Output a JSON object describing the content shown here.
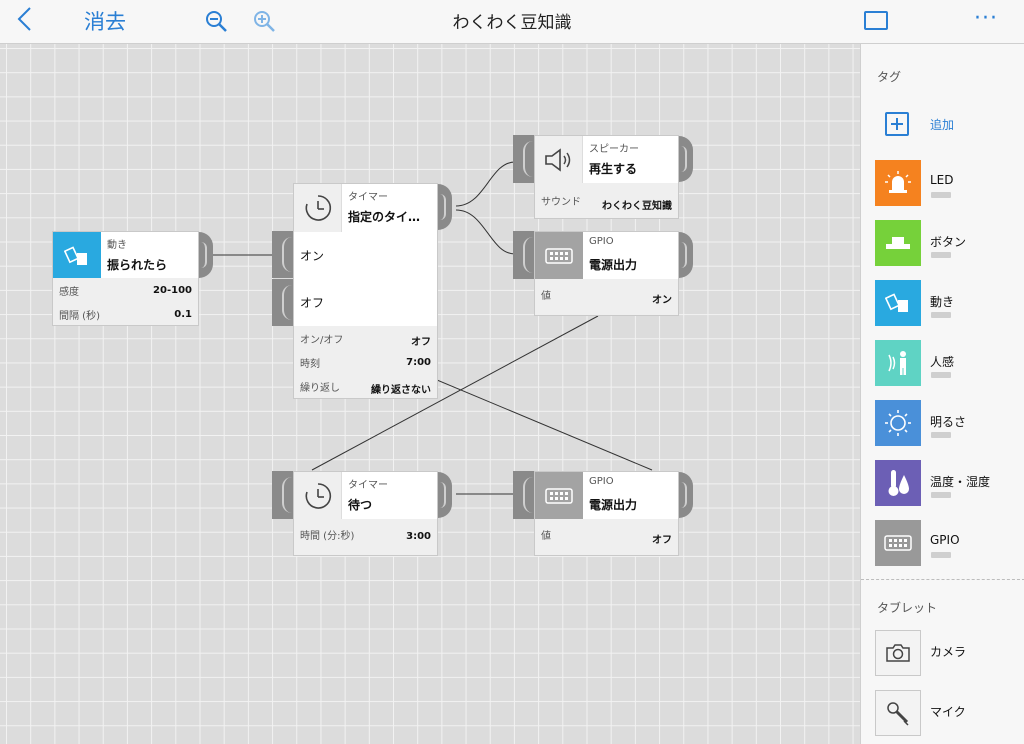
{
  "topbar": {
    "back_glyph": "<",
    "clear_label": "消去",
    "title": "わくわく豆知識",
    "more_glyph": "···"
  },
  "canvas": {
    "blocks": {
      "motion": {
        "category": "動き",
        "name": "振られたら",
        "props": [
          {
            "k": "感度",
            "v": "20-100"
          },
          {
            "k": "間隔 (秒)",
            "v": "0.1"
          }
        ],
        "color": "#29a9e0"
      },
      "timer1": {
        "category": "タイマー",
        "name": "指定のタイ…",
        "port_on": "オン",
        "port_off": "オフ",
        "props": [
          {
            "k": "オン/オフ",
            "v": "オフ"
          },
          {
            "k": "時刻",
            "v": "7:00"
          },
          {
            "k": "繰り返し",
            "v": "繰り返さない"
          }
        ]
      },
      "speaker": {
        "category": "スピーカー",
        "name": "再生する",
        "props": [
          {
            "k": "サウンド",
            "v": "わくわく豆知識"
          }
        ]
      },
      "gpio1": {
        "category": "GPIO",
        "name": "電源出力",
        "props": [
          {
            "k": "値",
            "v": "オン"
          }
        ]
      },
      "timer2": {
        "category": "タイマー",
        "name": "待つ",
        "props": [
          {
            "k": "時間 (分:秒)",
            "v": "3:00"
          }
        ]
      },
      "gpio2": {
        "category": "GPIO",
        "name": "電源出力",
        "props": [
          {
            "k": "値",
            "v": "オフ"
          }
        ]
      }
    }
  },
  "sidebar": {
    "tags_title": "タグ",
    "add_label": "追加",
    "tags": [
      {
        "label": "LED",
        "color": "#f5821f",
        "icon": "led-icon"
      },
      {
        "label": "ボタン",
        "color": "#76d13a",
        "icon": "button-icon"
      },
      {
        "label": "動き",
        "color": "#29a9e0",
        "icon": "motion-icon"
      },
      {
        "label": "人感",
        "color": "#5fd3c4",
        "icon": "human-sensor-icon"
      },
      {
        "label": "明るさ",
        "color": "#4a90d9",
        "icon": "brightness-icon"
      },
      {
        "label": "温度・湿度",
        "color": "#6c5fb5",
        "icon": "temperature-humidity-icon"
      },
      {
        "label": "GPIO",
        "color": "#999999",
        "icon": "gpio-icon"
      }
    ],
    "tablet_title": "タブレット",
    "tablet": [
      {
        "label": "カメラ",
        "icon": "camera-icon"
      },
      {
        "label": "マイク",
        "icon": "mic-icon"
      }
    ]
  }
}
